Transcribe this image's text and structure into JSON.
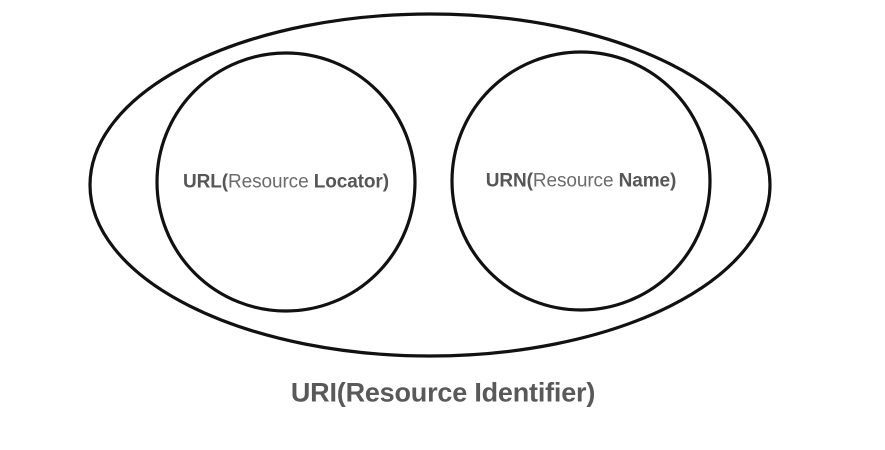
{
  "diagram": {
    "title": "URI URL URN containment diagram",
    "background_color": "#ffffff",
    "stroke_color": "#111111",
    "text_color": "#595959",
    "outer_set": {
      "name": "uri",
      "shape": "ellipse",
      "caption_bold": "URI(Resource Identifier)",
      "label_parts": {
        "abbrev": "URI(",
        "middle": "Resource Identifier",
        "close": ")"
      }
    },
    "inner_sets": [
      {
        "name": "url",
        "shape": "circle",
        "label_abbrev": "URL(",
        "label_middle": "Resource ",
        "label_strong": "Locator",
        "label_close": ")"
      },
      {
        "name": "urn",
        "shape": "circle",
        "label_abbrev": "URN(",
        "label_middle": "Resource ",
        "label_strong": "Name",
        "label_close": ")"
      }
    ]
  }
}
